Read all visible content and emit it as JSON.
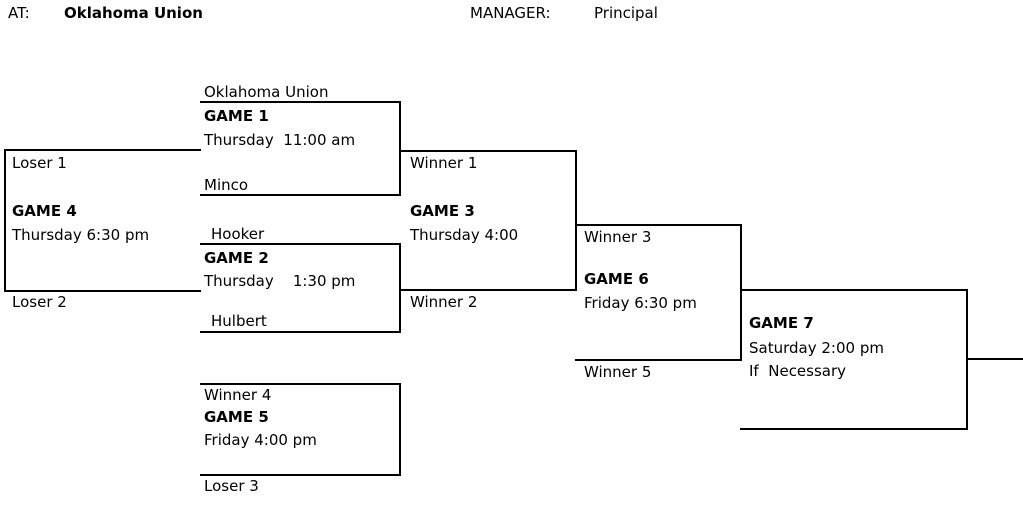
{
  "header": {
    "at_label": "AT:",
    "at_value": "Oklahoma Union",
    "manager_label": "MANAGER:",
    "manager_value": "Principal"
  },
  "bracket": {
    "game1": {
      "title": "GAME 1",
      "time": "Thursday  11:00 am",
      "top": "Oklahoma Union",
      "bottom": "Minco"
    },
    "game2": {
      "title": "GAME 2",
      "time": "Thursday    1:30 pm",
      "top": "Hooker",
      "bottom": "Hulbert"
    },
    "game3": {
      "title": "GAME 3",
      "time": "Thursday 4:00",
      "top": "Winner 1",
      "bottom": "Winner 2"
    },
    "game4": {
      "title": "GAME 4",
      "time": "Thursday 6:30 pm",
      "top": "Loser 1",
      "bottom": "Loser 2"
    },
    "game5": {
      "title": "GAME 5",
      "time": "Friday 4:00 pm",
      "top": "Winner 4",
      "bottom": "Loser 3"
    },
    "game6": {
      "title": "GAME 6",
      "time": "Friday 6:30 pm",
      "top": "Winner 3",
      "bottom": "Winner 5"
    },
    "game7": {
      "title": "GAME 7",
      "time": "Saturday 2:00 pm",
      "note": "If  Necessary"
    }
  },
  "colors": {
    "line": "#000000",
    "text": "#000000",
    "background": "#ffffff"
  }
}
